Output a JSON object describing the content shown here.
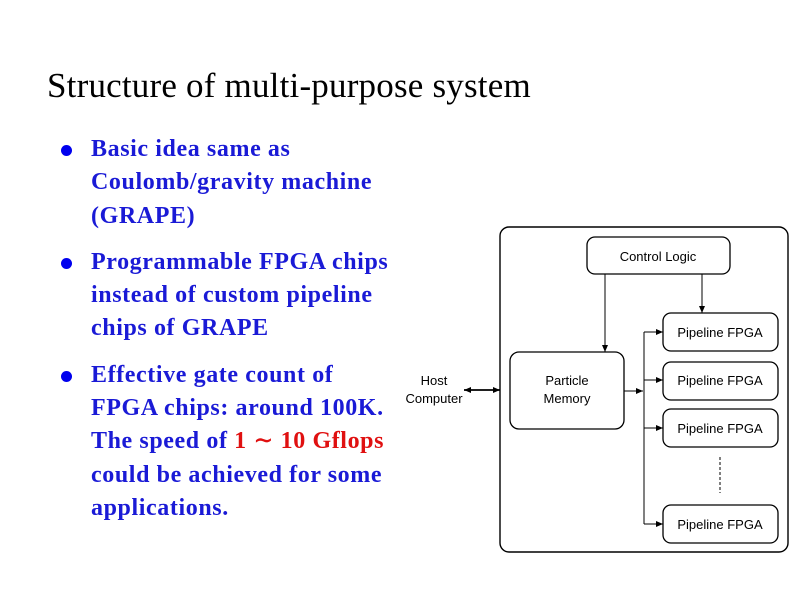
{
  "slide": {
    "title": "Structure of multi-purpose system",
    "bullets": [
      {
        "text": "Basic idea same as Coulomb/gravity machine (GRAPE)"
      },
      {
        "text": "Programmable FPGA chips instead of custom pipeline chips of GRAPE"
      },
      {
        "text_before": "Effective gate count of FPGA chips: around 100K. The speed of ",
        "highlight": "1 ∼ 10 Gflops",
        "text_after": "  could be achieved for some applications."
      }
    ],
    "highlight_color": "#e01010",
    "text_color": "#1a1ad6"
  },
  "diagram": {
    "host": {
      "line1": "Host",
      "line2": "Computer"
    },
    "control_logic": "Control Logic",
    "particle_memory": {
      "line1": "Particle",
      "line2": "Memory"
    },
    "pipelines": [
      "Pipeline FPGA",
      "Pipeline FPGA",
      "Pipeline FPGA",
      "Pipeline FPGA"
    ]
  }
}
